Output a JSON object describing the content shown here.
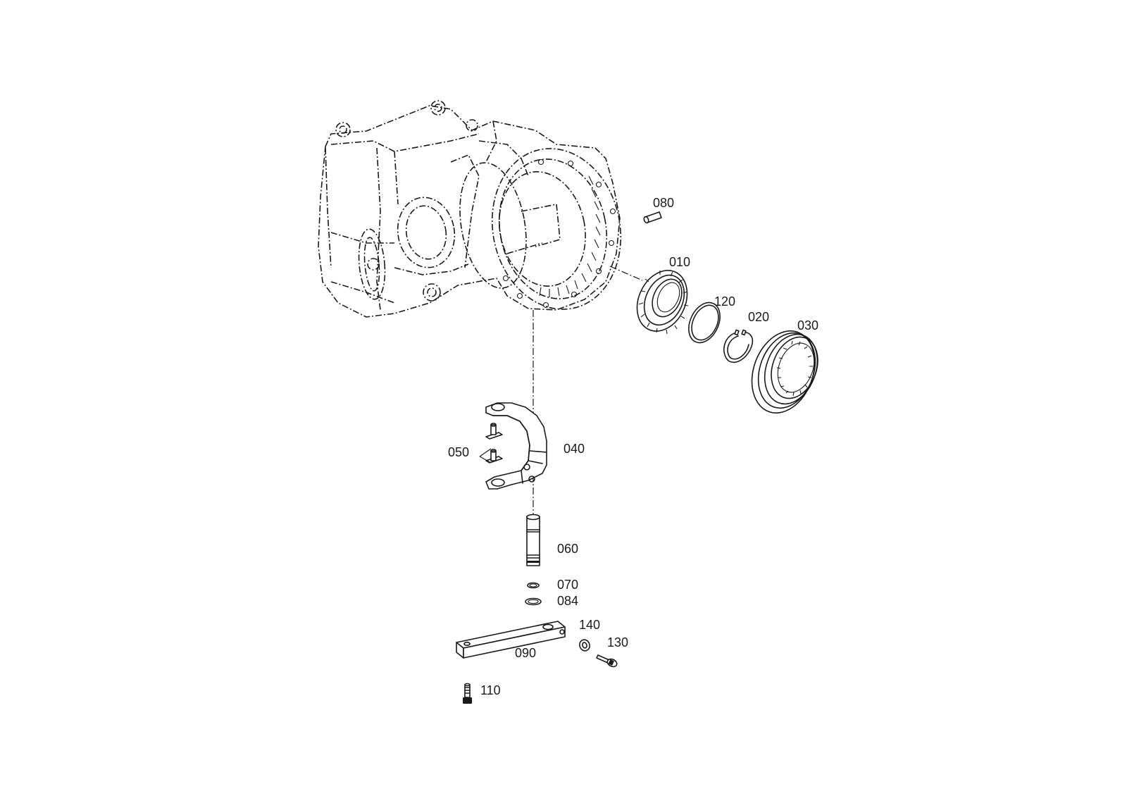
{
  "callouts": {
    "p010": "010",
    "p020": "020",
    "p030": "030",
    "p040": "040",
    "p050": "050",
    "p060": "060",
    "p070": "070",
    "p080": "080",
    "p084": "084",
    "p090": "090",
    "p110": "110",
    "p120": "120",
    "p130": "130",
    "p140": "140"
  },
  "colors": {
    "ink": "#1a1a1a",
    "paper": "#ffffff"
  }
}
